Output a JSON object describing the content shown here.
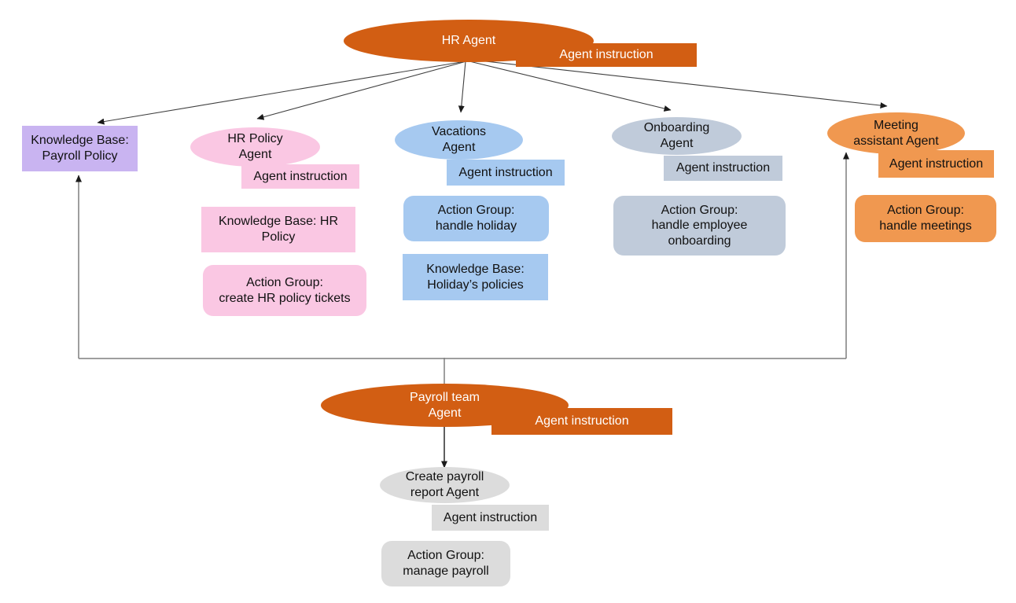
{
  "diagram": {
    "type": "agent-architecture-flowchart",
    "colors": {
      "root_agent_orange": "#D25E13",
      "meeting_agent_orange": "#F09850",
      "knowledge_base_purple": "#C9B4F1",
      "hr_policy_pink": "#FAC7E3",
      "vacations_blue": "#A6C9F0",
      "onboarding_slate": "#C0CBDA",
      "payroll_report_gray": "#DCDCDC",
      "edge_line": "#7f7f7f",
      "arrow_line": "#3f3f3f"
    }
  },
  "nodes": {
    "hr_agent": {
      "label": "HR Agent"
    },
    "hr_agent_instruction": {
      "label": "Agent instruction"
    },
    "kb_payroll_policy": {
      "label": "Knowledge Base:\nPayroll Policy"
    },
    "hr_policy_agent": {
      "label": "HR Policy\nAgent"
    },
    "hr_policy_instruction": {
      "label": "Agent instruction"
    },
    "kb_hr_policy": {
      "label": "Knowledge Base: HR\nPolicy"
    },
    "ag_hr_policy_tickets": {
      "label": "Action Group:\ncreate HR policy tickets"
    },
    "vacations_agent": {
      "label": "Vacations\nAgent"
    },
    "vacations_instruction": {
      "label": "Agent instruction"
    },
    "ag_handle_holiday": {
      "label": "Action Group:\nhandle holiday"
    },
    "kb_holidays_policies": {
      "label": "Knowledge Base:\nHoliday’s policies"
    },
    "onboarding_agent": {
      "label": "Onboarding\nAgent"
    },
    "onboarding_instruction": {
      "label": "Agent instruction"
    },
    "ag_handle_onboarding": {
      "label": "Action Group:\nhandle employee\nonboarding"
    },
    "meeting_agent": {
      "label": "Meeting\nassistant Agent"
    },
    "meeting_instruction": {
      "label": "Agent instruction"
    },
    "ag_handle_meetings": {
      "label": "Action Group:\nhandle meetings"
    },
    "payroll_agent": {
      "label": "Payroll team\nAgent"
    },
    "payroll_instruction": {
      "label": "Agent instruction"
    },
    "create_payroll_agent": {
      "label": "Create payroll\nreport Agent"
    },
    "create_payroll_instruction": {
      "label": "Agent instruction"
    },
    "ag_manage_payroll": {
      "label": "Action Group:\nmanage payroll"
    }
  }
}
